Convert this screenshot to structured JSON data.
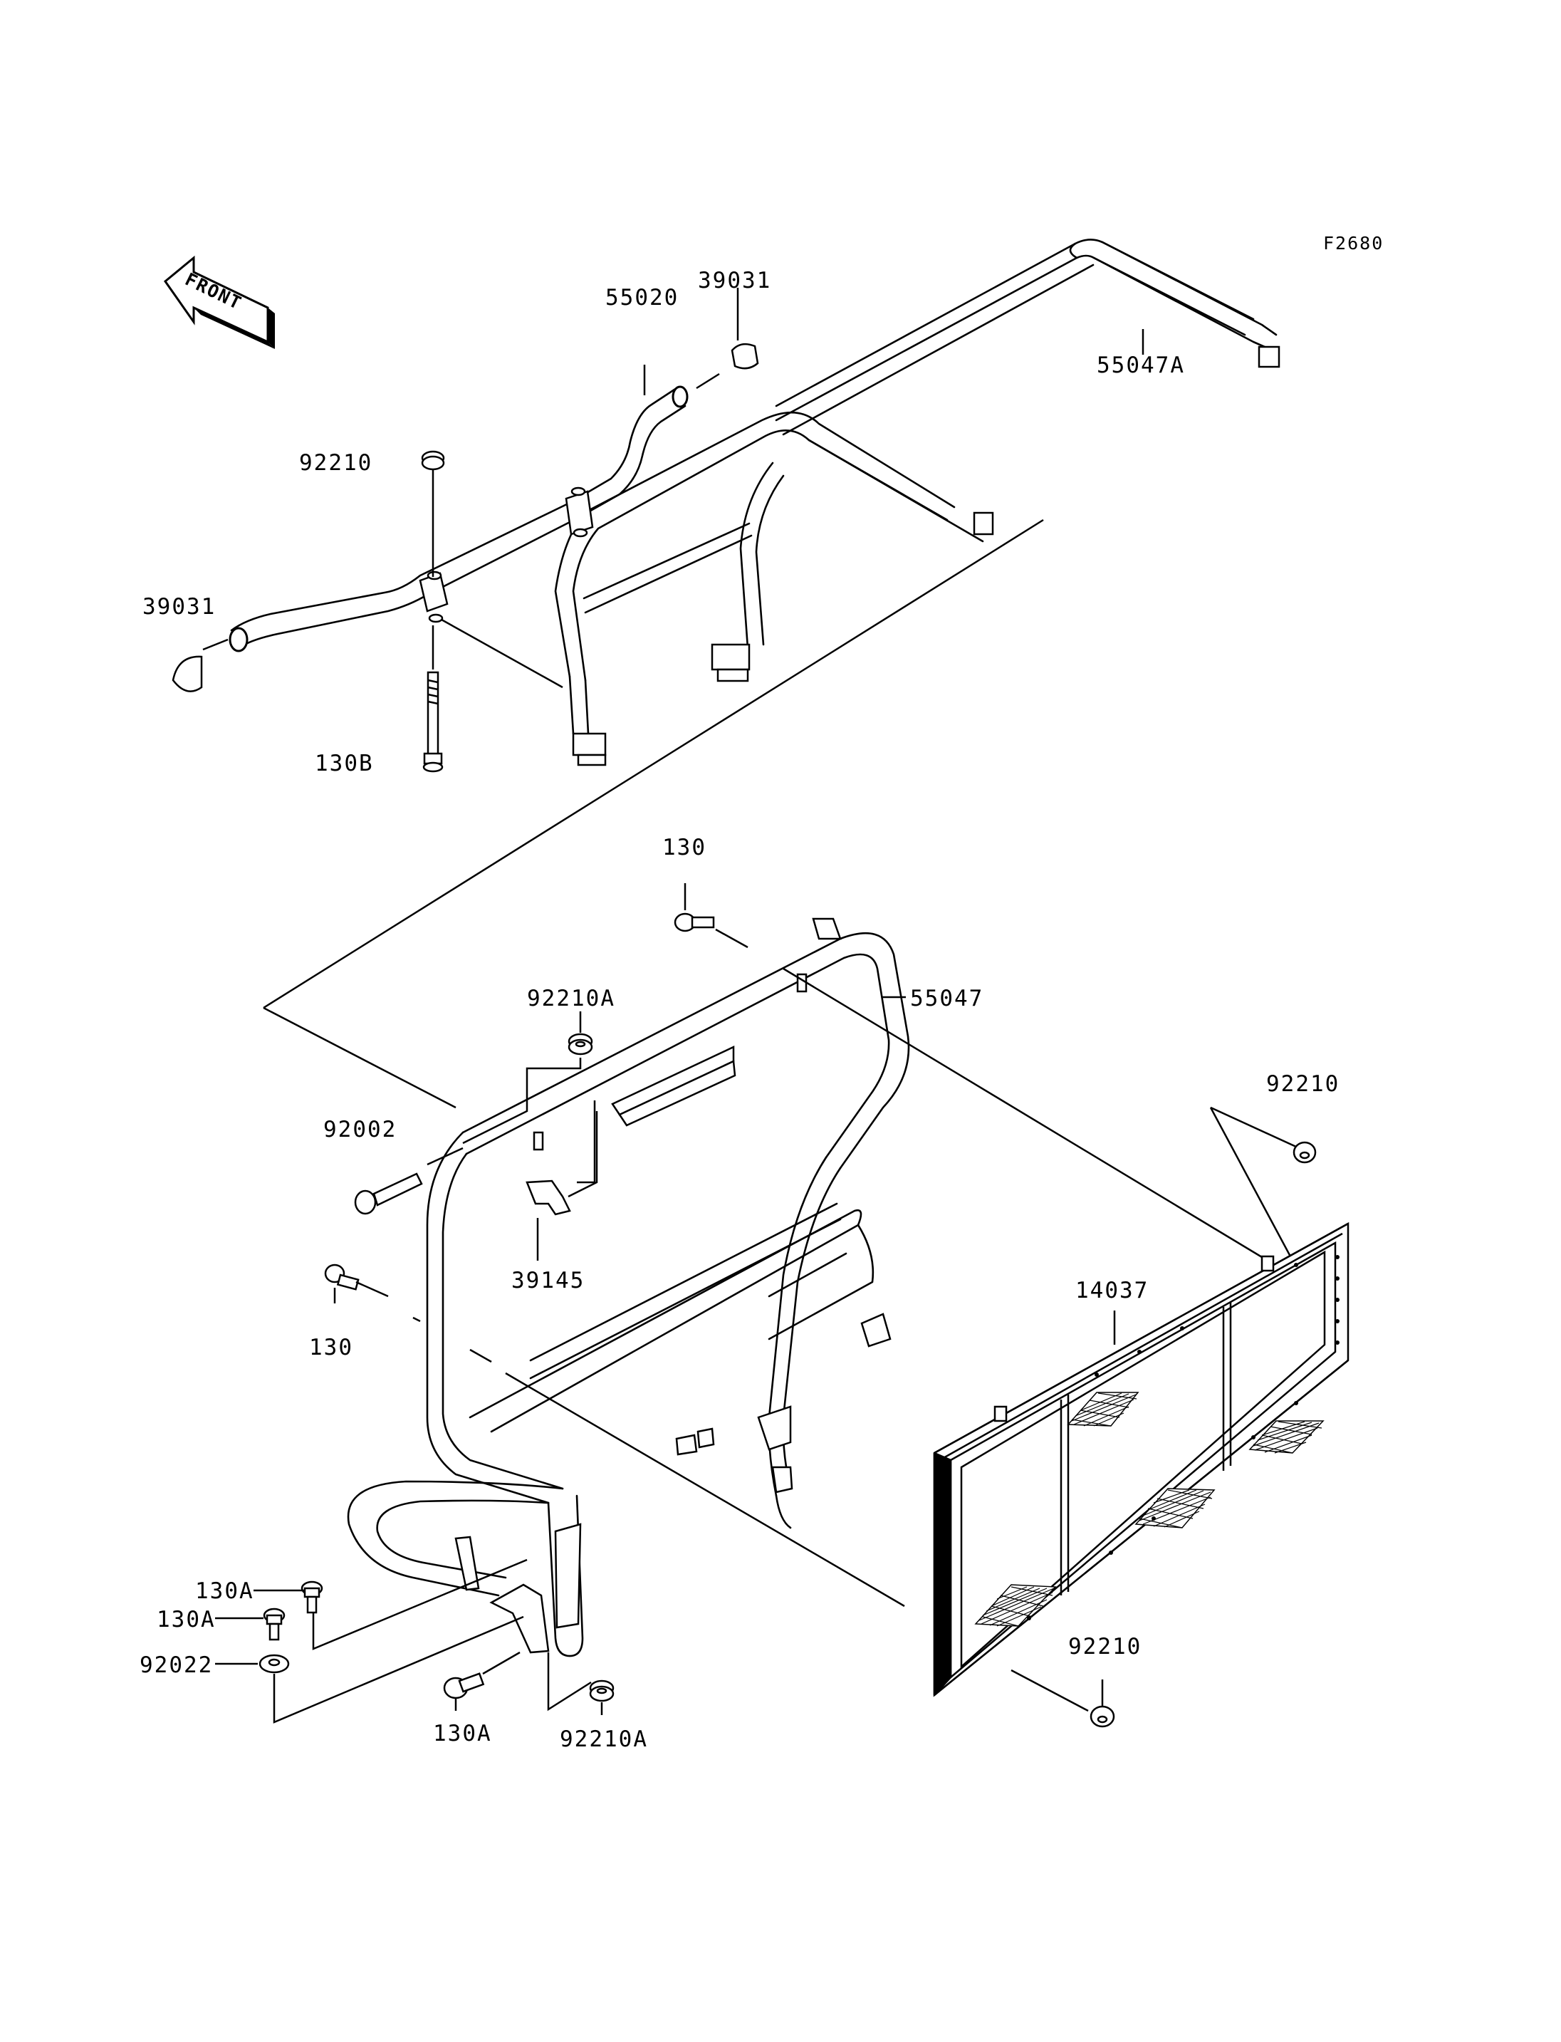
{
  "diagram": {
    "figure_code": "F2680",
    "front_label": "FRONT",
    "parts": {
      "p39031_top": "39031",
      "p55020": "55020",
      "p55047A": "55047A",
      "p92210_top": "92210",
      "p39031_left": "39031",
      "p130B": "130B",
      "p130_top": "130",
      "p92210A_top": "92210A",
      "p55047": "55047",
      "p92210_right": "92210",
      "p92002": "92002",
      "p39145": "39145",
      "p130_left": "130",
      "p14037": "14037",
      "p130A_1": "130A",
      "p130A_2": "130A",
      "p92022": "92022",
      "p130A_3": "130A",
      "p92210A_bottom": "92210A",
      "p92210_bottom": "92210"
    }
  }
}
